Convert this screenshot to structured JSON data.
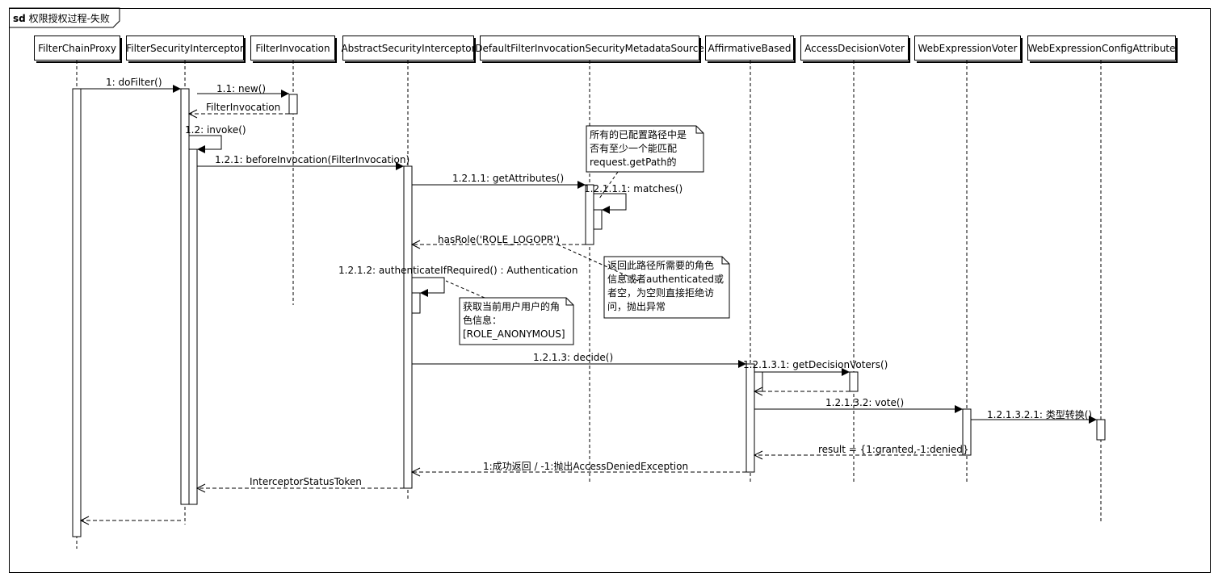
{
  "frame": {
    "kind": "sd",
    "title": "权限授权过程-失败"
  },
  "lifelines": [
    {
      "id": "filterchainproxy",
      "label": "FilterChainProxy"
    },
    {
      "id": "filtersecurityinterceptor",
      "label": "FilterSecurityInterceptor"
    },
    {
      "id": "filterinvocation",
      "label": "FilterInvocation"
    },
    {
      "id": "abstractsecurityinterceptor",
      "label": "AbstractSecurityInterceptor"
    },
    {
      "id": "metadatasource",
      "label": "DefaultFilterInvocationSecurityMetadataSource"
    },
    {
      "id": "affirmativebased",
      "label": "AffirmativeBased"
    },
    {
      "id": "accessdecisionvoter",
      "label": "AccessDecisionVoter"
    },
    {
      "id": "webexpressionvoter",
      "label": "WebExpressionVoter"
    },
    {
      "id": "webexpressionconfigattribute",
      "label": "WebExpressionConfigAttribute"
    }
  ],
  "messages": [
    {
      "label": "1: doFilter()"
    },
    {
      "label": "1.1: new()"
    },
    {
      "label": "FilterInvocation"
    },
    {
      "label": "1.2: invoke()"
    },
    {
      "label": "1.2.1: beforeInvocation(FilterInvocation)"
    },
    {
      "label": "1.2.1.1: getAttributes()"
    },
    {
      "label": "1.2.1.1.1: matches()"
    },
    {
      "label": "hasRole('ROLE_LOGOPR')"
    },
    {
      "label": "1.2.1.2: authenticateIfRequired() : Authentication"
    },
    {
      "label": "1.2.1.3: decide()"
    },
    {
      "label": "1.2.1.3.1: getDecisionVoters()"
    },
    {
      "label": "1.2.1.3.2: vote()"
    },
    {
      "label": "1.2.1.3.2.1: 类型转换()"
    },
    {
      "label": "result = {1:granted,-1:denied}"
    },
    {
      "label": "1:成功返回 / -1:抛出AccessDeniedException"
    },
    {
      "label": "InterceptorStatusToken"
    }
  ],
  "notes": [
    {
      "lines": [
        "所有的已配置路径中是",
        "否有至少一个能匹配",
        "request.getPath的"
      ]
    },
    {
      "lines": [
        "返回此路径所需要的角色",
        "信息或者authenticated或",
        "者空，为空则直接拒绝访",
        "问，抛出异常"
      ]
    },
    {
      "lines": [
        "获取当前用户用户的角",
        "色信息：",
        "[ROLE_ANONYMOUS]"
      ]
    }
  ]
}
